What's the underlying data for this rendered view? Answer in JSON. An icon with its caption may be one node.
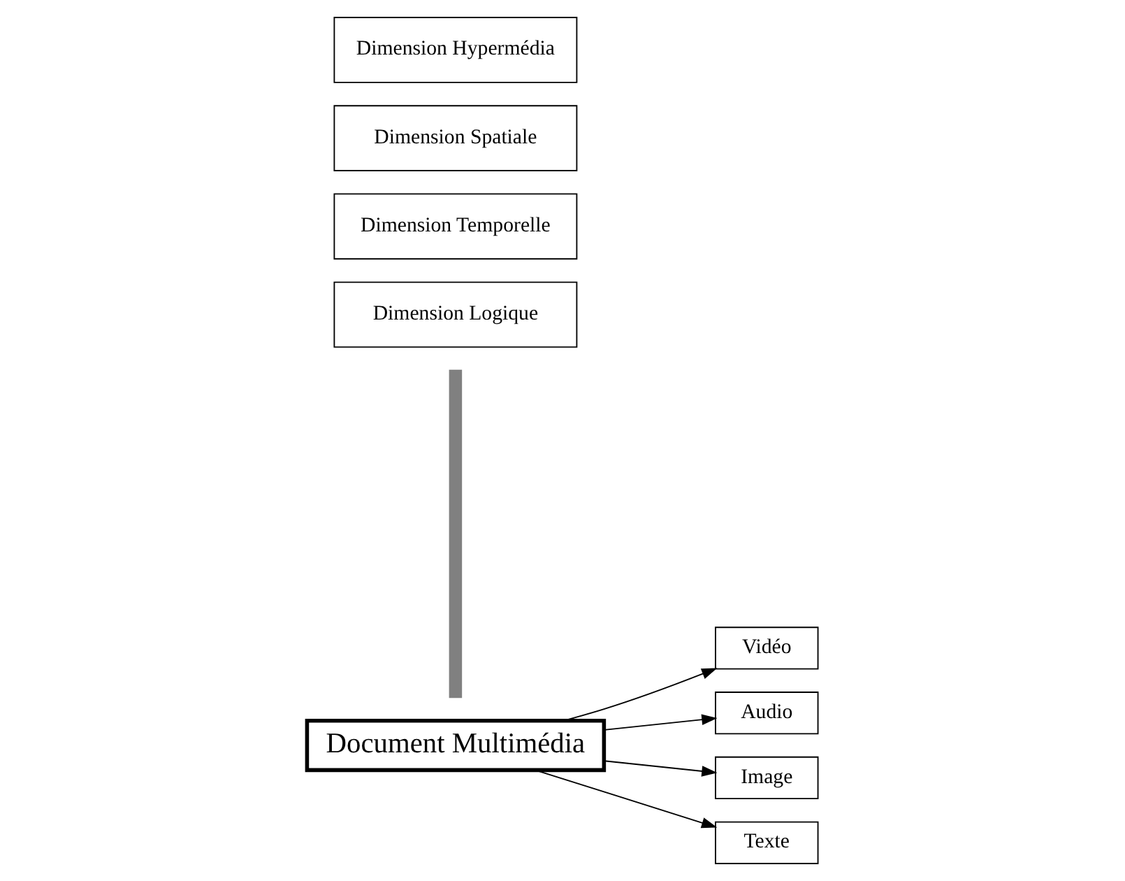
{
  "diagram": {
    "nodes": [
      {
        "text": [
          "Document Multimédia"
        ]
      },
      {
        "text": [
          "Vidéo"
        ]
      },
      {
        "text": [
          "Audio"
        ]
      },
      {
        "text": [
          "Image"
        ]
      },
      {
        "text": [
          "Texte"
        ]
      },
      {
        "text": [],
        "shape": "bar"
      },
      {
        "text": [
          "Dimension Logique"
        ]
      },
      {
        "text": [
          "Dimension Temporelle"
        ]
      },
      {
        "text": [
          "Dimension Spatiale"
        ]
      },
      {
        "text": [
          "Dimension Hypermédia"
        ]
      }
    ],
    "edges": [
      {
        "from": 0,
        "to": 1,
        "arrow": "to"
      },
      {
        "from": 0,
        "to": 2,
        "arrow": "to"
      },
      {
        "from": 0,
        "to": 3,
        "arrow": "to"
      },
      {
        "from": 0,
        "to": 4,
        "arrow": "to"
      }
    ]
  }
}
